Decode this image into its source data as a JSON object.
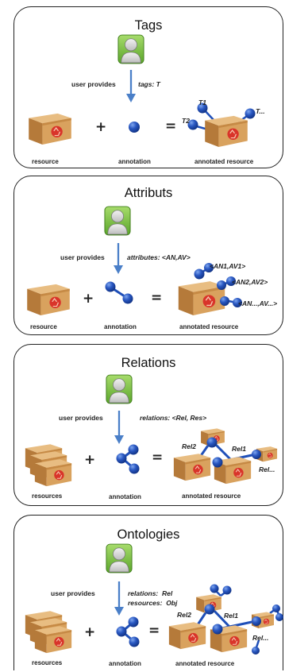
{
  "panels": [
    {
      "title": "Tags",
      "user_provides": "user provides",
      "provided": "tags: T",
      "resource_label": "resource",
      "annotation_label": "annotation",
      "annotated_label": "annotated resource",
      "node_labels": [
        "T1",
        "T2",
        "T..."
      ]
    },
    {
      "title": "Attributs",
      "user_provides": "user provides",
      "provided": "attributes: <AN,AV>",
      "resource_label": "resource",
      "annotation_label": "annotation",
      "annotated_label": "annotated resource",
      "node_labels": [
        "<AN1,AV1>",
        "<AN2,AV2>",
        "<AN...,AV...>"
      ]
    },
    {
      "title": "Relations",
      "user_provides": "user provides",
      "provided": "relations: <Rel, Res>",
      "resource_label": "resources",
      "annotation_label": "annotation",
      "annotated_label": "annotated resource",
      "node_labels": [
        "Rel2",
        "Rel1",
        "Rel..."
      ]
    },
    {
      "title": "Ontologies",
      "user_provides": "user provides",
      "provided_lines": [
        "relations:  Rel",
        "resources:  Obj"
      ],
      "resource_label": "resources",
      "annotation_label": "annotation",
      "annotated_label": "annotated resource",
      "node_labels": [
        "Rel2",
        "Rel1",
        "Rel..."
      ]
    }
  ],
  "operators": {
    "plus": "+",
    "equals": "="
  },
  "colors": {
    "box": "#d9a25e",
    "box_dark": "#b57a3a",
    "recycle": "#d9342a",
    "user": "#7cc242",
    "node": "#1f4fb8",
    "arrow": "#4a7fc8"
  },
  "icons": [
    "user-icon",
    "package-icon",
    "annotation-node-icon",
    "arrow-down-icon"
  ]
}
